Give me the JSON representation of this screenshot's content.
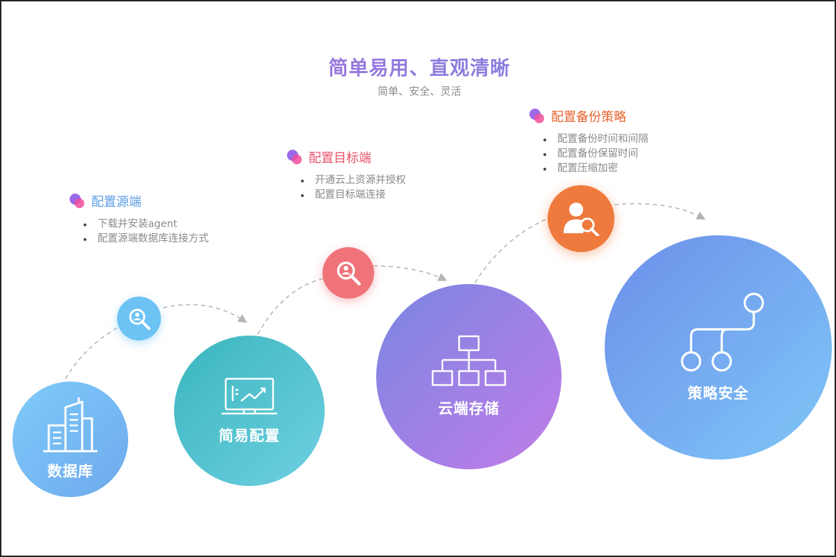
{
  "header": {
    "title": "简单易用、直观清晰",
    "subtitle": "简单、安全、灵活"
  },
  "nodes": [
    {
      "label": "数据库",
      "icon": "building-icon"
    },
    {
      "label": "简易配置",
      "icon": "monitor-chart-icon"
    },
    {
      "label": "云端存储",
      "icon": "org-tree-icon"
    },
    {
      "label": "策略安全",
      "icon": "branch-icon"
    }
  ],
  "steps": [
    {
      "title": "配置源端",
      "color": "#5b9ce6",
      "items": [
        "下载并安装agent",
        "配置源端数据库连接方式"
      ]
    },
    {
      "title": "配置目标端",
      "color": "#e9536a",
      "items": [
        "开通云上资源并授权",
        "配置目标端连接"
      ]
    },
    {
      "title": "配置备份策略",
      "color": "#e8622e",
      "items": [
        "配置备份时间和间隔",
        "配置备份保留时间",
        "配置压缩加密"
      ]
    }
  ],
  "colors": {
    "step1_icon": "#6cc3f4",
    "step2_icon": "#ef7379",
    "step3_icon": "#ef7a3e"
  }
}
